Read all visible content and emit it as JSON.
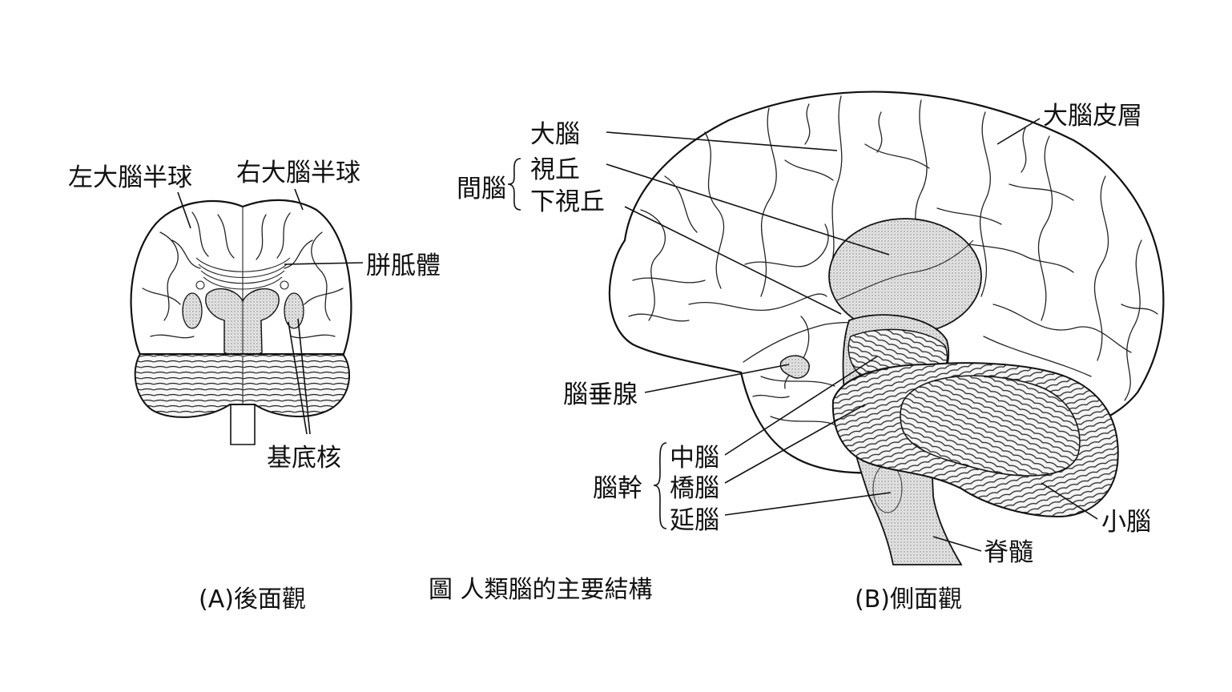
{
  "figure_caption": "圖  人類腦的主要結構",
  "posterior_view": {
    "caption": "(A)後面觀",
    "labels": {
      "left_hemisphere": "左大腦半球",
      "right_hemisphere": "右大腦半球",
      "corpus_callosum": "胼胝體",
      "basal_ganglia": "基底核"
    }
  },
  "lateral_view": {
    "caption": "(B)側面觀",
    "labels": {
      "cerebrum": "大腦",
      "diencephalon": "間腦",
      "thalamus": "視丘",
      "hypothalamus": "下視丘",
      "cerebral_cortex": "大腦皮層",
      "pituitary": "腦垂腺",
      "brainstem": "腦幹",
      "midbrain": "中腦",
      "pons": "橋腦",
      "medulla": "延腦",
      "cerebellum": "小腦",
      "spinal_cord": "脊髓"
    }
  },
  "colors": {
    "ink": "#111111",
    "shading": "#e4e4e4"
  }
}
